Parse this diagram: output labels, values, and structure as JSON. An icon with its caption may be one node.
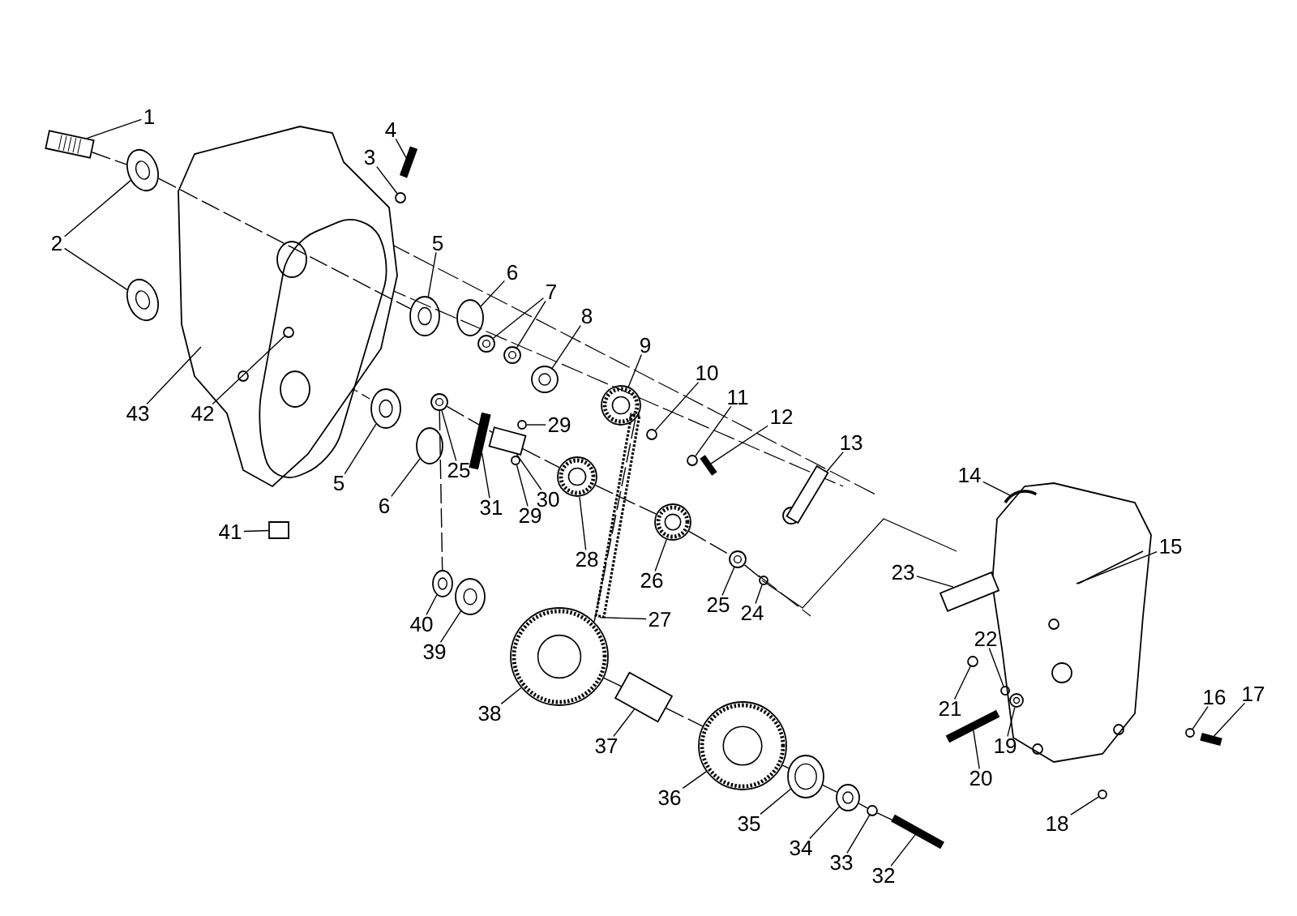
{
  "diagram": {
    "nodes": [
      {
        "text": [
          "1"
        ]
      },
      {
        "text": [
          "2"
        ]
      },
      {
        "text": [
          "3"
        ]
      },
      {
        "text": [
          "4"
        ]
      },
      {
        "text": [
          "5"
        ]
      },
      {
        "text": [
          "6"
        ]
      },
      {
        "text": [
          "7"
        ]
      },
      {
        "text": [
          "8"
        ]
      },
      {
        "text": [
          "9"
        ]
      },
      {
        "text": [
          "10"
        ]
      },
      {
        "text": [
          "11"
        ]
      },
      {
        "text": [
          "12"
        ]
      },
      {
        "text": [
          "13"
        ]
      },
      {
        "text": [
          "14"
        ]
      },
      {
        "text": [
          "15"
        ]
      },
      {
        "text": [
          "43"
        ]
      },
      {
        "text": [
          "42"
        ]
      },
      {
        "text": [
          "5"
        ]
      },
      {
        "text": [
          "6"
        ]
      },
      {
        "text": [
          "25"
        ]
      },
      {
        "text": [
          "29"
        ]
      },
      {
        "text": [
          "31"
        ]
      },
      {
        "text": [
          "29"
        ]
      },
      {
        "text": [
          "30"
        ]
      },
      {
        "text": [
          "28"
        ]
      },
      {
        "text": [
          "26"
        ]
      },
      {
        "text": [
          "25"
        ]
      },
      {
        "text": [
          "24"
        ]
      },
      {
        "text": [
          "23"
        ]
      },
      {
        "text": [
          "41"
        ]
      },
      {
        "text": [
          "40"
        ]
      },
      {
        "text": [
          "39"
        ]
      },
      {
        "text": [
          "27"
        ]
      },
      {
        "text": [
          "38"
        ]
      },
      {
        "text": [
          "37"
        ]
      },
      {
        "text": [
          "36"
        ]
      },
      {
        "text": [
          "35"
        ]
      },
      {
        "text": [
          "34"
        ]
      },
      {
        "text": [
          "33"
        ]
      },
      {
        "text": [
          "32"
        ]
      },
      {
        "text": [
          "22"
        ]
      },
      {
        "text": [
          "21"
        ]
      },
      {
        "text": [
          "19"
        ]
      },
      {
        "text": [
          "20"
        ]
      },
      {
        "text": [
          "18"
        ]
      },
      {
        "text": [
          "16"
        ]
      },
      {
        "text": [
          "17"
        ]
      },
      {
        "text": [],
        "shape": "box"
      },
      {
        "text": [],
        "shape": "ellipse"
      },
      {
        "text": [],
        "shape": "ellipse"
      },
      {
        "text": [],
        "shape": "circle"
      },
      {
        "text": [],
        "shape": "bar"
      },
      {
        "text": [],
        "shape": "ellipse"
      },
      {
        "text": [],
        "shape": "ellipse"
      },
      {
        "text": [],
        "shape": "circle"
      },
      {
        "text": [],
        "shape": "circle"
      },
      {
        "text": [],
        "shape": "circle"
      },
      {
        "text": [],
        "shape": "circle"
      },
      {
        "text": [],
        "shape": "circle"
      },
      {
        "text": [],
        "shape": "circle"
      },
      {
        "text": [],
        "shape": "bar"
      },
      {
        "text": [],
        "shape": "box"
      },
      {
        "text": [],
        "shape": "circle"
      },
      {
        "text": [],
        "shape": "ellipse"
      },
      {
        "text": [],
        "shape": "ellipse"
      },
      {
        "text": [],
        "shape": "circle"
      },
      {
        "text": [],
        "shape": "circle"
      },
      {
        "text": [],
        "shape": "bar"
      },
      {
        "text": [],
        "shape": "circle"
      },
      {
        "text": [],
        "shape": "box"
      },
      {
        "text": [],
        "shape": "circle"
      },
      {
        "text": [],
        "shape": "circle"
      },
      {
        "text": [],
        "shape": "circle"
      },
      {
        "text": [],
        "shape": "circle"
      },
      {
        "text": [],
        "shape": "box"
      },
      {
        "text": [],
        "shape": "box"
      },
      {
        "text": [],
        "shape": "ellipse"
      },
      {
        "text": [],
        "shape": "ellipse"
      },
      {
        "text": [],
        "shape": "chain"
      },
      {
        "text": [],
        "shape": "circle"
      },
      {
        "text": [],
        "shape": "box"
      },
      {
        "text": [],
        "shape": "circle"
      },
      {
        "text": [],
        "shape": "ellipse"
      },
      {
        "text": [],
        "shape": "ellipse"
      },
      {
        "text": [],
        "shape": "circle"
      },
      {
        "text": [],
        "shape": "bar"
      },
      {
        "text": [],
        "shape": "circle"
      },
      {
        "text": [],
        "shape": "circle"
      },
      {
        "text": [],
        "shape": "circle"
      },
      {
        "text": [],
        "shape": "bar"
      },
      {
        "text": [],
        "shape": "circle"
      },
      {
        "text": [],
        "shape": "circle"
      },
      {
        "text": [],
        "shape": "bar"
      }
    ],
    "edges": [
      {
        "from": 0,
        "to": 47,
        "arrow": "none"
      },
      {
        "from": 1,
        "to": 48,
        "arrow": "none"
      },
      {
        "from": 1,
        "to": 49,
        "arrow": "none"
      },
      {
        "from": 2,
        "to": 50,
        "arrow": "none"
      },
      {
        "from": 3,
        "to": 51,
        "arrow": "none"
      },
      {
        "from": 4,
        "to": 52,
        "arrow": "none"
      },
      {
        "from": 5,
        "to": 53,
        "arrow": "none"
      },
      {
        "from": 6,
        "to": 54,
        "arrow": "none"
      },
      {
        "from": 6,
        "to": 55,
        "arrow": "none"
      },
      {
        "from": 7,
        "to": 56,
        "arrow": "none"
      },
      {
        "from": 8,
        "to": 57,
        "arrow": "none"
      },
      {
        "from": 9,
        "to": 58,
        "arrow": "none"
      },
      {
        "from": 10,
        "to": 59,
        "arrow": "none"
      },
      {
        "from": 11,
        "to": 60,
        "arrow": "none"
      },
      {
        "from": 12,
        "to": 61,
        "arrow": "none"
      },
      {
        "from": 13,
        "to": null,
        "arrow": "none"
      },
      {
        "from": 14,
        "to": null,
        "arrow": "none"
      },
      {
        "from": 15,
        "to": null,
        "arrow": "none"
      },
      {
        "from": 16,
        "to": 62,
        "arrow": "none"
      },
      {
        "from": 17,
        "to": 63,
        "arrow": "none"
      },
      {
        "from": 18,
        "to": 64,
        "arrow": "none"
      },
      {
        "from": 19,
        "to": 65,
        "arrow": "none"
      },
      {
        "from": 20,
        "to": 66,
        "arrow": "none"
      },
      {
        "from": 21,
        "to": 67,
        "arrow": "none"
      },
      {
        "from": 22,
        "to": 68,
        "arrow": "none"
      },
      {
        "from": 23,
        "to": 69,
        "arrow": "none"
      },
      {
        "from": 24,
        "to": 70,
        "arrow": "none"
      },
      {
        "from": 25,
        "to": 71,
        "arrow": "none"
      },
      {
        "from": 26,
        "to": 72,
        "arrow": "none"
      },
      {
        "from": 27,
        "to": 73,
        "arrow": "none"
      },
      {
        "from": 28,
        "to": 74,
        "arrow": "none"
      },
      {
        "from": 29,
        "to": 75,
        "arrow": "none"
      },
      {
        "from": 30,
        "to": 76,
        "arrow": "none"
      },
      {
        "from": 31,
        "to": 77,
        "arrow": "none"
      },
      {
        "from": 32,
        "to": 78,
        "arrow": "none"
      },
      {
        "from": 33,
        "to": 79,
        "arrow": "none"
      },
      {
        "from": 34,
        "to": 80,
        "arrow": "none"
      },
      {
        "from": 35,
        "to": 81,
        "arrow": "none"
      },
      {
        "from": 36,
        "to": 82,
        "arrow": "none"
      },
      {
        "from": 37,
        "to": 83,
        "arrow": "none"
      },
      {
        "from": 38,
        "to": 84,
        "arrow": "none"
      },
      {
        "from": 39,
        "to": 85,
        "arrow": "none"
      },
      {
        "from": 40,
        "to": 86,
        "arrow": "none"
      },
      {
        "from": 41,
        "to": 87,
        "arrow": "none"
      },
      {
        "from": 42,
        "to": 88,
        "arrow": "none"
      },
      {
        "from": 43,
        "to": 89,
        "arrow": "none"
      },
      {
        "from": 44,
        "to": 90,
        "arrow": "none"
      },
      {
        "from": 45,
        "to": 91,
        "arrow": "none"
      },
      {
        "from": 46,
        "to": 92,
        "arrow": "none"
      },
      {
        "from": 47,
        "to": 48,
        "arrow": "none",
        "style": "dashed"
      },
      {
        "from": 48,
        "to": 52,
        "arrow": "none",
        "style": "dashed"
      },
      {
        "from": 65,
        "to": 69,
        "arrow": "none",
        "style": "dashed"
      },
      {
        "from": 69,
        "to": 70,
        "arrow": "none",
        "style": "dashed"
      },
      {
        "from": 70,
        "to": 71,
        "arrow": "none",
        "style": "dashed"
      },
      {
        "from": 71,
        "to": 72,
        "arrow": "none",
        "style": "dashed"
      },
      {
        "from": 72,
        "to": 73,
        "arrow": "none",
        "style": "dashed"
      },
      {
        "from": 65,
        "to": 76,
        "arrow": "none",
        "style": "dashed"
      },
      {
        "from": 57,
        "to": 79,
        "arrow": "none",
        "style": "dashed"
      },
      {
        "from": 79,
        "to": 80,
        "arrow": "none",
        "style": "dashed"
      },
      {
        "from": 80,
        "to": 81,
        "arrow": "none",
        "style": "dashed"
      },
      {
        "from": 81,
        "to": 82,
        "arrow": "none",
        "style": "dashed"
      },
      {
        "from": 82,
        "to": 83,
        "arrow": "none",
        "style": "dashed"
      },
      {
        "from": 83,
        "to": 84,
        "arrow": "none",
        "style": "dashed"
      },
      {
        "from": 84,
        "to": 85,
        "arrow": "none",
        "style": "dashed"
      }
    ]
  }
}
